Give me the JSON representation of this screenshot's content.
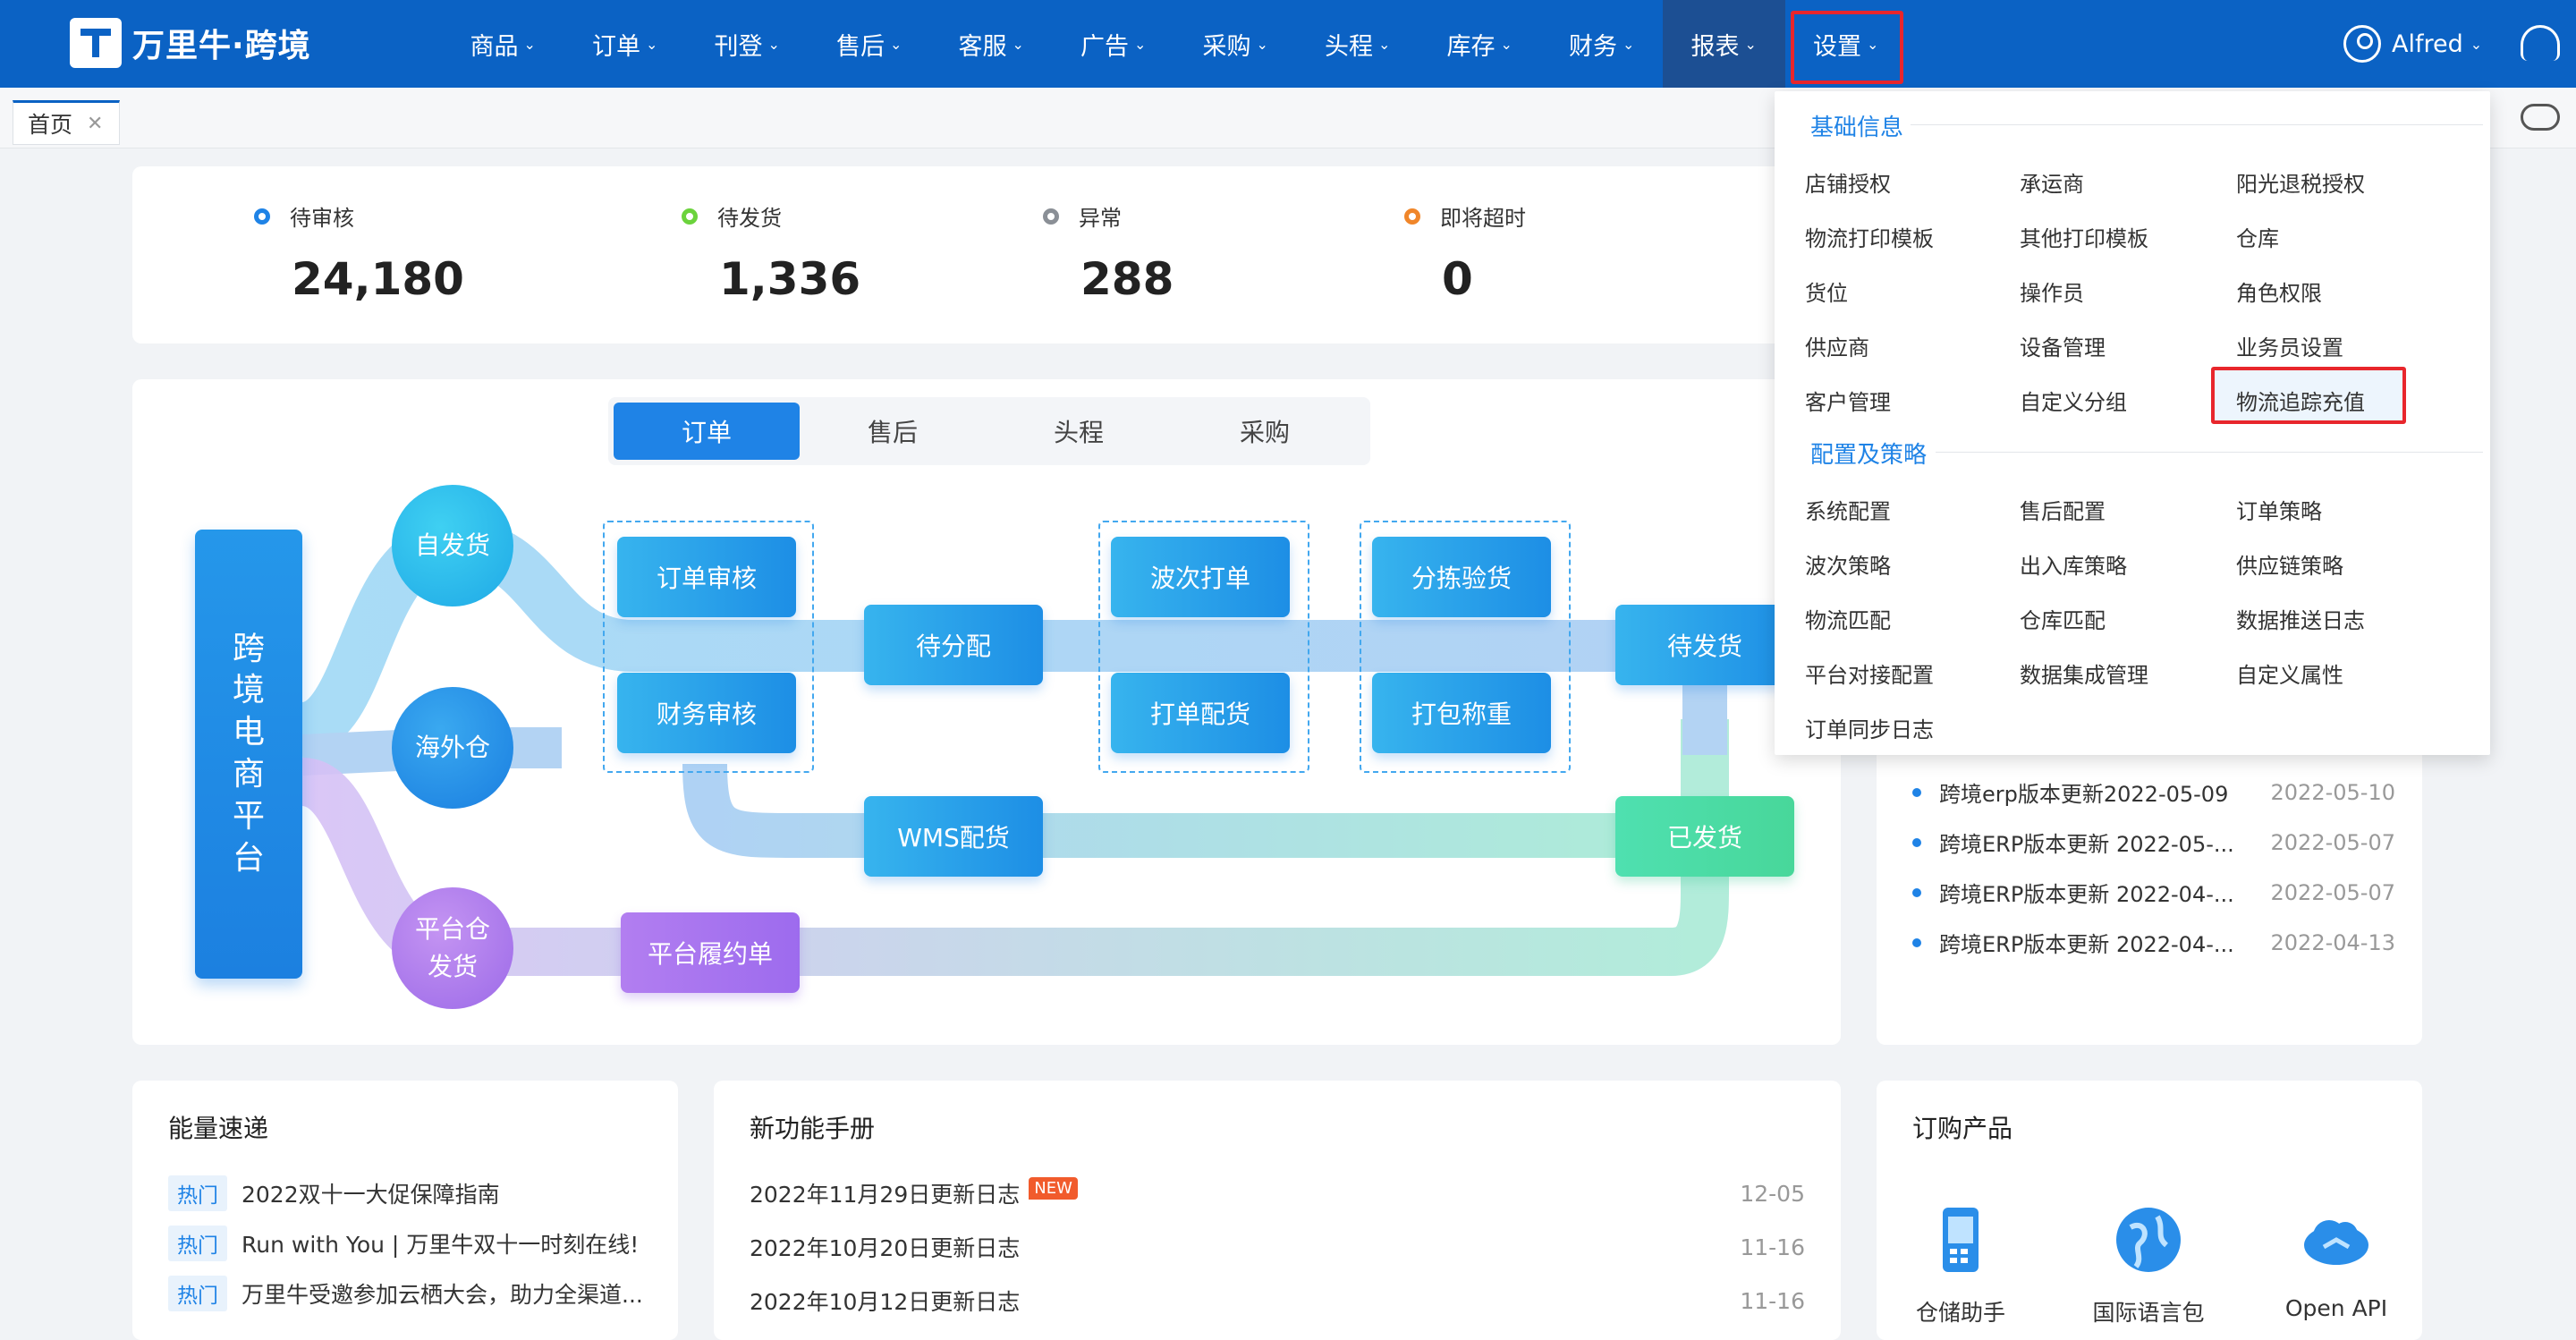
{
  "nav": {
    "brand": "万里牛·跨境",
    "items": [
      {
        "label": "商品"
      },
      {
        "label": "订单"
      },
      {
        "label": "刊登"
      },
      {
        "label": "售后"
      },
      {
        "label": "客服"
      },
      {
        "label": "广告"
      },
      {
        "label": "采购"
      },
      {
        "label": "头程"
      },
      {
        "label": "库存"
      },
      {
        "label": "财务"
      },
      {
        "label": "报表"
      },
      {
        "label": "设置"
      }
    ],
    "user": "Alfred"
  },
  "tabs": {
    "home": "首页"
  },
  "stats": [
    {
      "label": "待审核",
      "value": "24,180",
      "color": "#1f83e6"
    },
    {
      "label": "待发货",
      "value": "1,336",
      "color": "#6bd33c"
    },
    {
      "label": "异常",
      "value": "288",
      "color": "#8a8f96"
    },
    {
      "label": "即将超时",
      "value": "0",
      "color": "#f0862a"
    }
  ],
  "flow": {
    "tabs": [
      "订单",
      "售后",
      "头程",
      "采购"
    ],
    "platform": [
      "跨",
      "境",
      "电",
      "商",
      "平",
      "台"
    ],
    "circles": {
      "self": "自发货",
      "overseas": "海外仓",
      "platform_line1": "平台仓",
      "platform_line2": "发货"
    },
    "steps": {
      "order_review": "订单审核",
      "finance_review": "财务审核",
      "pending_alloc": "待分配",
      "wave_print": "波次打单",
      "print_alloc": "打单配货",
      "sort_check": "分拣验货",
      "pack_weigh": "打包称重",
      "pending_ship": "待发货",
      "shipped": "已发货",
      "wms": "WMS配货",
      "platform_fulfill": "平台履约单"
    }
  },
  "news": [
    {
      "title": "跨境erp版本更新2022-05-09",
      "date": "2022-05-10"
    },
    {
      "title": "跨境ERP版本更新 2022-05-...",
      "date": "2022-05-07"
    },
    {
      "title": "跨境ERP版本更新 2022-04-...",
      "date": "2022-05-07"
    },
    {
      "title": "跨境ERP版本更新 2022-04-...",
      "date": "2022-04-13"
    }
  ],
  "energy": {
    "title": "能量速递",
    "hot_label": "热门",
    "items": [
      "2022双十一大促保障指南",
      "Run with You | 万里牛双十一时刻在线!",
      "万里牛受邀参加云栖大会，助力全渠道..."
    ]
  },
  "manual": {
    "title": "新功能手册",
    "new_label": "NEW",
    "items": [
      {
        "title": "2022年11月29日更新日志",
        "date": "12-05"
      },
      {
        "title": "2022年10月20日更新日志",
        "date": "11-16"
      },
      {
        "title": "2022年10月12日更新日志",
        "date": "11-16"
      }
    ]
  },
  "products": {
    "title": "订购产品",
    "items": [
      {
        "label": "仓储助手"
      },
      {
        "label": "国际语言包"
      },
      {
        "label": "Open API"
      }
    ]
  },
  "dropdown": {
    "basic_title": "基础信息",
    "basic": [
      [
        "店铺授权",
        "承运商",
        "阳光退税授权"
      ],
      [
        "物流打印模板",
        "其他打印模板",
        "仓库"
      ],
      [
        "货位",
        "操作员",
        "角色权限"
      ],
      [
        "供应商",
        "设备管理",
        "业务员设置"
      ],
      [
        "客户管理",
        "自定义分组",
        "物流追踪充值"
      ]
    ],
    "config_title": "配置及策略",
    "config": [
      [
        "系统配置",
        "售后配置",
        "订单策略"
      ],
      [
        "波次策略",
        "出入库策略",
        "供应链策略"
      ],
      [
        "物流匹配",
        "仓库匹配",
        "数据推送日志"
      ],
      [
        "平台对接配置",
        "数据集成管理",
        "自定义属性"
      ],
      [
        "订单同步日志",
        "",
        ""
      ]
    ]
  }
}
